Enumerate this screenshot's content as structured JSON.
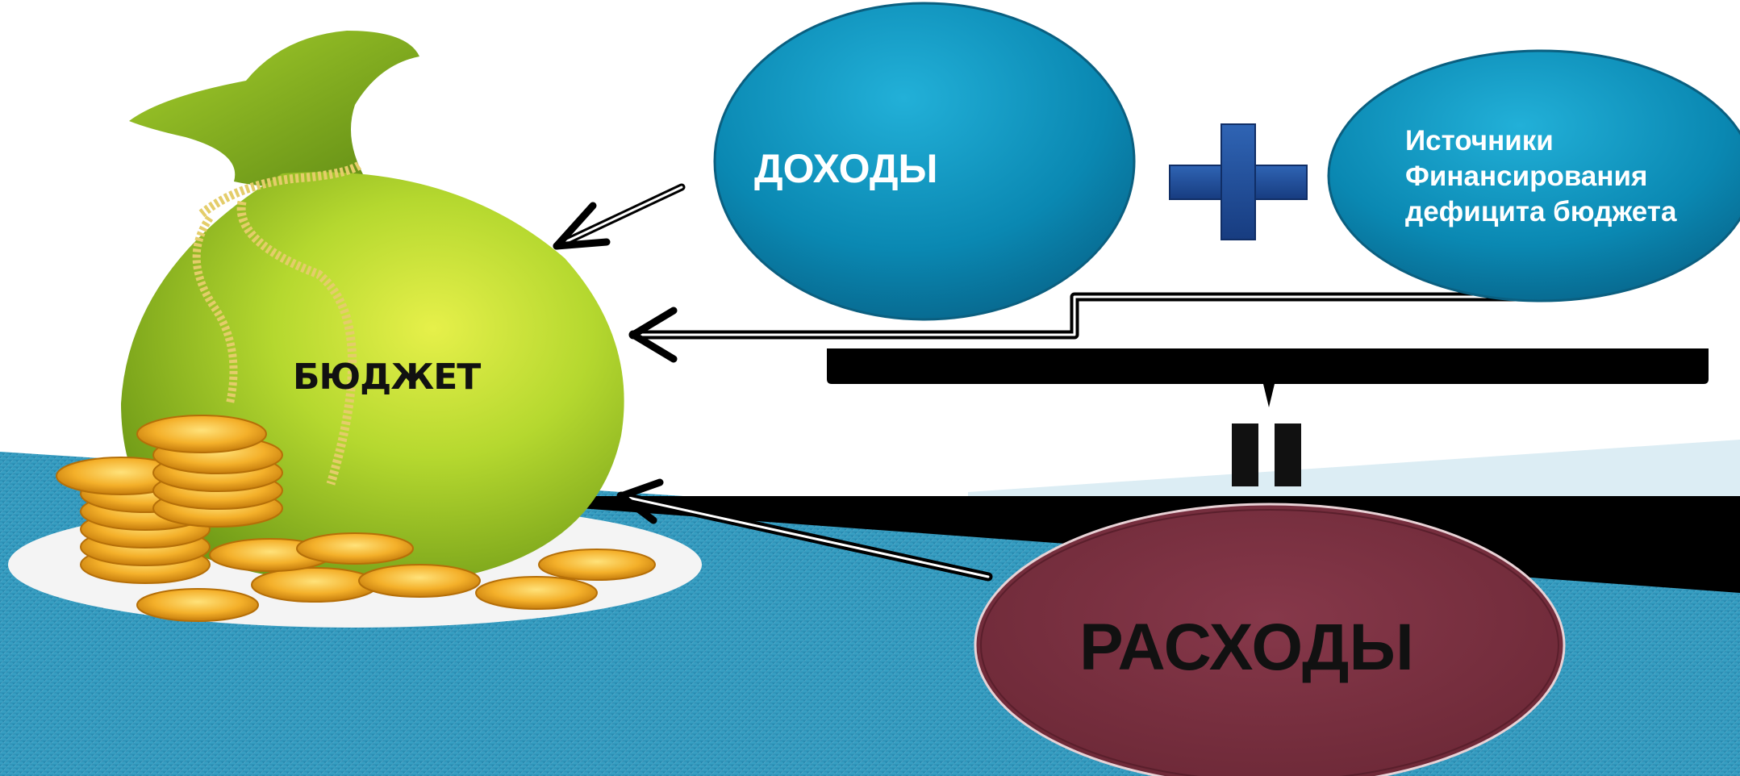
{
  "diagram": {
    "budget": {
      "label": "БЮДЖЕТ"
    },
    "income": {
      "label": "ДОХОДЫ"
    },
    "plus": {
      "symbol": "plus-icon"
    },
    "financing_sources": {
      "lines": [
        "Источники",
        "Финансирования",
        "дефицита бюджета"
      ]
    },
    "equals": {
      "symbol": "equals-icon"
    },
    "expenses": {
      "label": "РАСХОДЫ"
    }
  },
  "colors": {
    "ellipse_blue": "#0d86ad",
    "ellipse_expenses": "#7a3040",
    "plus_blue": "#1f4e9c",
    "bag_green": "#a2cc2c",
    "coin_gold": "#f0a818",
    "teal_band": "#2f93b8"
  }
}
